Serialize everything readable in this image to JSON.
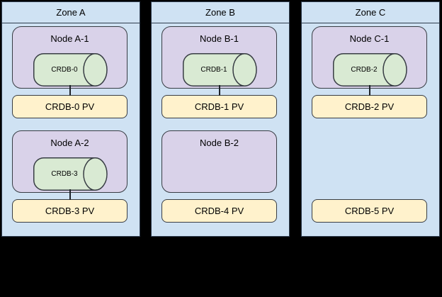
{
  "diagram": {
    "zones": [
      {
        "label": "Zone A",
        "nodes": [
          {
            "label": "Node A-1",
            "cylinder": "CRDB-0"
          },
          {
            "label": "Node A-2",
            "cylinder": "CRDB-3"
          }
        ],
        "pvs": [
          "CRDB-0 PV",
          "CRDB-3 PV"
        ]
      },
      {
        "label": "Zone B",
        "nodes": [
          {
            "label": "Node B-1",
            "cylinder": "CRDB-1"
          },
          {
            "label": "Node B-2",
            "cylinder": null
          }
        ],
        "pvs": [
          "CRDB-1 PV",
          "CRDB-4 PV"
        ]
      },
      {
        "label": "Zone C",
        "nodes": [
          {
            "label": "Node C-1",
            "cylinder": "CRDB-2"
          }
        ],
        "pvs": [
          "CRDB-2 PV",
          "CRDB-5 PV"
        ]
      }
    ],
    "colors": {
      "canvas_background": "#000000",
      "zone_fill": "#cfe2f3",
      "node_fill": "#d9d2e9",
      "cylinder_fill": "#d9ead3",
      "pv_fill": "#fff2cc",
      "zone_border": "#2e3c4e",
      "shape_border": "#383d44",
      "text": "#000000"
    }
  }
}
